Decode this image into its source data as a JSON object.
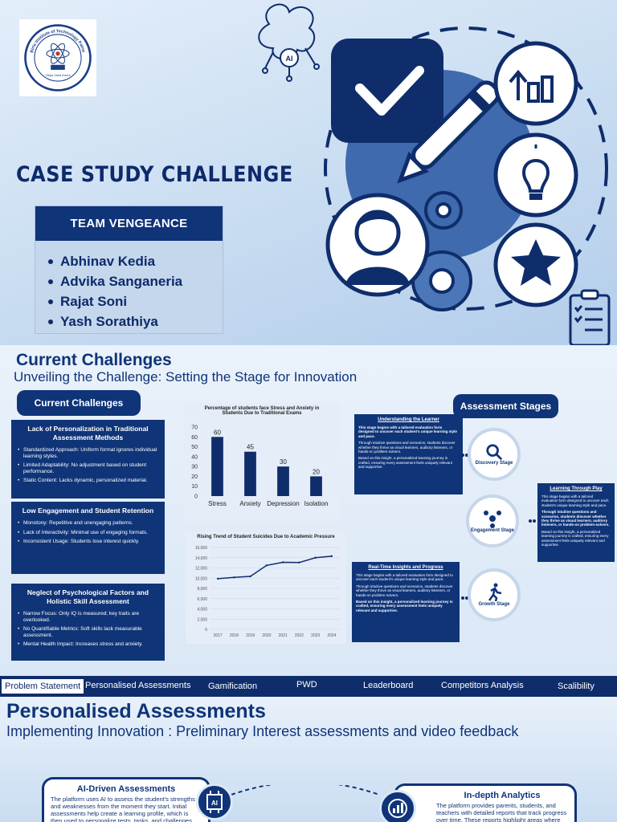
{
  "hero": {
    "logo": {
      "ring_text": "Birla Institute of Technology Patna",
      "motto": "Vidya Vand Amrut"
    },
    "title": "CASE STUDY CHALLENGE",
    "team": {
      "name": "TEAM VENGEANCE",
      "members": [
        "Abhinav Kedia",
        "Advika Sanganeria",
        "Rajat Soni",
        "Yash Sorathiya"
      ]
    },
    "icons": [
      "brain-ai-icon",
      "checkmark-icon",
      "pen-icon",
      "growth-chart-icon",
      "lightbulb-icon",
      "star-icon",
      "user-icon",
      "gear-icon",
      "checklist-clipboard-icon"
    ],
    "ai_label": "AI"
  },
  "challenges": {
    "title": "Current Challenges",
    "subtitle": "Unveiling the Challenge: Setting the Stage for Innovation",
    "pill": "Current Challenges",
    "cards": [
      {
        "title": "Lack of Personalization in Traditional Assessment Methods",
        "points": [
          "Standardized Approach: Uniform format ignores individual learning styles.",
          "Limited Adaptability: No adjustment based on student performance.",
          "Static Content: Lacks dynamic, personalized material."
        ]
      },
      {
        "title": "Low Engagement and Student Retention",
        "points": [
          "Monotony: Repetitive and unengaging patterns.",
          "Lack of Interactivity: Minimal use of engaging formats.",
          "Inconsistent Usage: Students lose interest quickly."
        ]
      },
      {
        "title": "Neglect of Psychological Factors and Holistic Skill Assessment",
        "points": [
          "Narrow Focus: Only IQ is measured; key traits are overlooked.",
          "No Quantifiable Metrics: Soft skills lack measurable assessment.",
          "Mental Health Impact: Increases stress and anxiety."
        ]
      }
    ]
  },
  "chart_data": [
    {
      "type": "bar",
      "title": "Percentage of students face Stress and Anxiety in Students Due to Traditional Exams",
      "categories": [
        "Stress",
        "Anxiety",
        "Depression",
        "Isolation"
      ],
      "values": [
        60,
        45,
        30,
        20
      ],
      "ylim": [
        0,
        70
      ],
      "yticks": [
        0,
        10,
        20,
        30,
        40,
        50,
        60,
        70
      ],
      "color": "#0f2d6b"
    },
    {
      "type": "line",
      "title": "Rising Trend of Student Suicides Due to Academic Pressure",
      "x": [
        "2017",
        "2018",
        "2019",
        "2020",
        "2021",
        "2022",
        "2023",
        "2024"
      ],
      "values": [
        9900,
        10150,
        10350,
        12500,
        13100,
        13050,
        14000,
        14300
      ],
      "ylim": [
        0,
        16000
      ],
      "yticks": [
        "0",
        "2,000",
        "4,000",
        "6,000",
        "8,000",
        "10,000",
        "12,000",
        "14,000",
        "16,000"
      ],
      "color": "#0f2d6b"
    }
  ],
  "assessment": {
    "pill": "Assessment Stages",
    "cards": [
      {
        "title": "Understanding the Learner",
        "paras": [
          "This stage begins with a tailored evaluation form designed to uncover each student's unique learning style and pace.",
          "Through intuitive questions and scenarios, students discover whether they thrive as visual learners, auditory listeners, or hands-on problem-solvers.",
          "Based on this insight, a personalized learning journey is crafted, ensuring every assessment feels uniquely relevant and supportive."
        ]
      },
      {
        "title": "Learning Through Play",
        "paras": [
          "This stage begins with a tailored evaluation form designed to uncover each student's unique learning style and pace.",
          "Through intuitive questions and scenarios, students discover whether they thrive as visual learners, auditory listeners, or hands-on problem-solvers.",
          "Based on this insight, a personalized learning journey is crafted, ensuring every assessment feels uniquely relevant and supportive."
        ]
      },
      {
        "title": "Real-Time Insights and Progress",
        "paras": [
          "This stage begins with a tailored evaluation form designed to uncover each student's unique learning style and pace.",
          "Through intuitive questions and scenarios, students discover whether they thrive as visual learners, auditory listeners, or hands-on problem-solvers.",
          "Based on this insight, a personalized learning journey is crafted, ensuring every assessment feels uniquely relevant and supportive."
        ]
      }
    ],
    "stages": [
      "Discovery Stage",
      "Engagement Stage",
      "Growth Stage"
    ]
  },
  "nav": {
    "tabs": [
      "Problem Statement",
      "Personalised Assessments",
      "Gamification",
      "PWD",
      "Leaderboard",
      "Competitors Analysis",
      "Scalibility"
    ],
    "active": "Problem Statement"
  },
  "personalised": {
    "title": "Personalised Assessments",
    "subtitle": "Implementing Innovation : Preliminary Interest assessments and video feedback",
    "cards": [
      {
        "title": "AI-Driven Assessments",
        "text": "The platform uses AI to assess the student's strengths and weaknesses from the moment they start. Initial assessments help create a learning profile, which is then used to personalize tests, tasks, and challenges."
      },
      {
        "title": "In-depth Analytics",
        "text": "The platform provides parents, students, and teachers with detailed reports that track progress over time. These reports highlight areas where the student excels and areas that need improvement."
      }
    ],
    "ai_chip_label": "AI"
  },
  "colors": {
    "navy": "#0f3478",
    "nav_bg": "#0f2d6b",
    "light_bg": "#dbe8f6"
  }
}
